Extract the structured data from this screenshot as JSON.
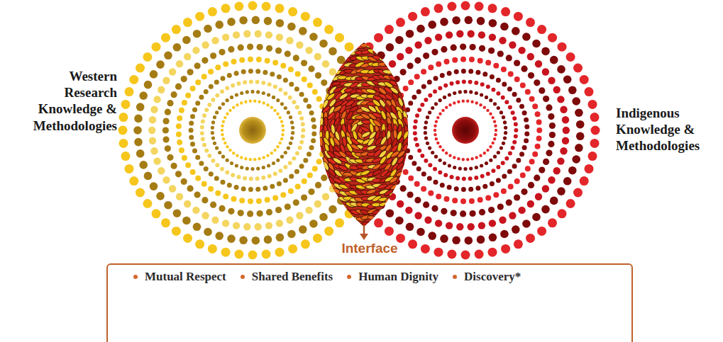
{
  "diagram": {
    "nodes": [
      {
        "text": [
          "Interface",
          "Mutual Respect",
          "Shared Benefits",
          "Human Dignity",
          "Discovery*"
        ]
      }
    ],
    "labels": [
      "Western Research Knowledge & Methodologies",
      "Indigenous Knowledge & Methodologies"
    ]
  }
}
